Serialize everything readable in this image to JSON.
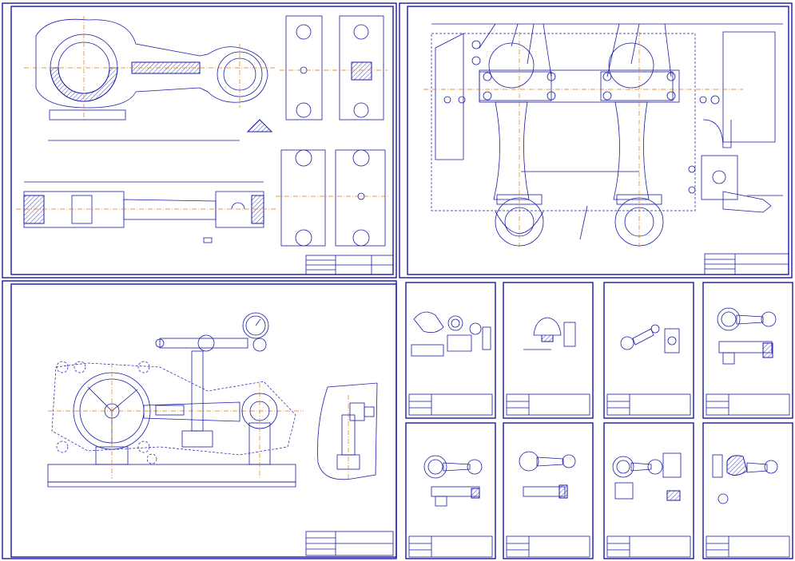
{
  "colors": {
    "ink": "#1a1aa8",
    "axis": "#e07b00",
    "paper": "#ffffff"
  },
  "sheets": [
    {
      "name": "sheet-connecting-rod-drawing"
    },
    {
      "name": "sheet-fixture-assembly"
    },
    {
      "name": "sheet-measurement-setup"
    },
    {
      "name": "sheet-operation-1"
    },
    {
      "name": "sheet-operation-2"
    },
    {
      "name": "sheet-operation-3"
    },
    {
      "name": "sheet-operation-4"
    },
    {
      "name": "sheet-operation-5"
    },
    {
      "name": "sheet-operation-6"
    },
    {
      "name": "sheet-operation-7"
    },
    {
      "name": "sheet-operation-8"
    }
  ]
}
